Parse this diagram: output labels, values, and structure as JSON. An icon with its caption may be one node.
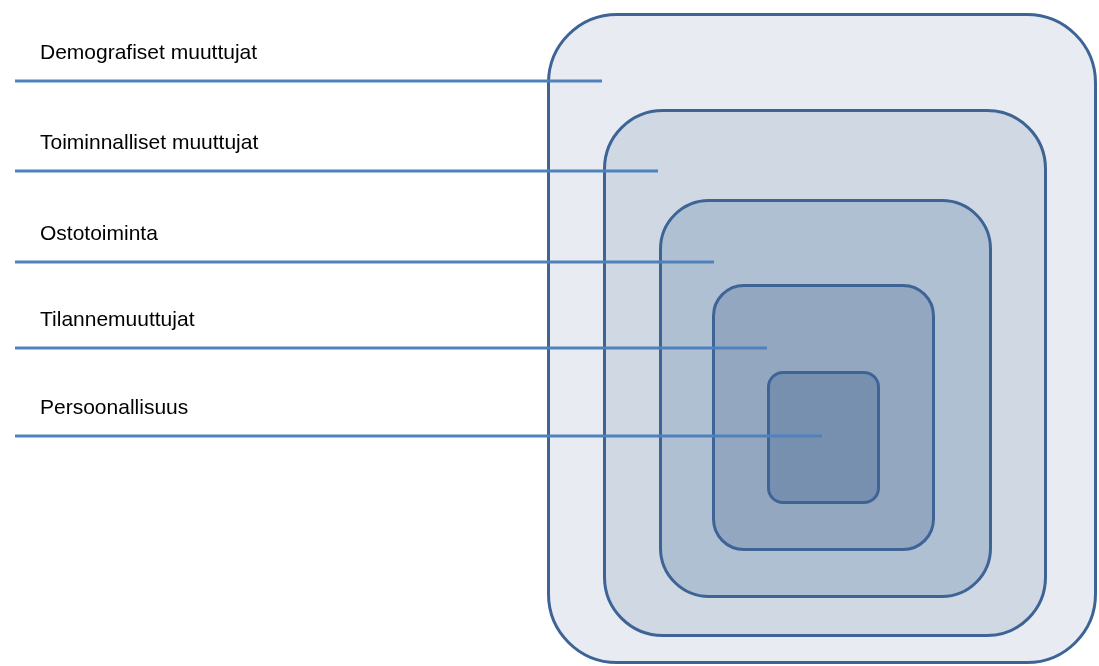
{
  "diagram": {
    "nodes": [
      {
        "text": [
          "Demografiset muuttujat"
        ]
      },
      {
        "text": [
          "Toiminnalliset muuttujat"
        ]
      },
      {
        "text": [
          "Ostotoiminta"
        ]
      },
      {
        "text": [
          "Tilannemuuttujat"
        ]
      },
      {
        "text": [
          "Persoonallisuus"
        ]
      },
      {
        "text": [],
        "shape": "box"
      },
      {
        "text": [],
        "shape": "box",
        "in": 5
      },
      {
        "text": [],
        "shape": "box",
        "in": 6
      },
      {
        "text": [],
        "shape": "box",
        "in": 7
      },
      {
        "text": [],
        "shape": "box",
        "in": 8
      }
    ],
    "edges": [
      {
        "from": 0,
        "to": 5,
        "arrow": "none"
      },
      {
        "from": 1,
        "to": 6,
        "arrow": "none"
      },
      {
        "from": 2,
        "to": 7,
        "arrow": "none"
      },
      {
        "from": 3,
        "to": 8,
        "arrow": "none"
      },
      {
        "from": 4,
        "to": 9,
        "arrow": "none"
      }
    ]
  }
}
